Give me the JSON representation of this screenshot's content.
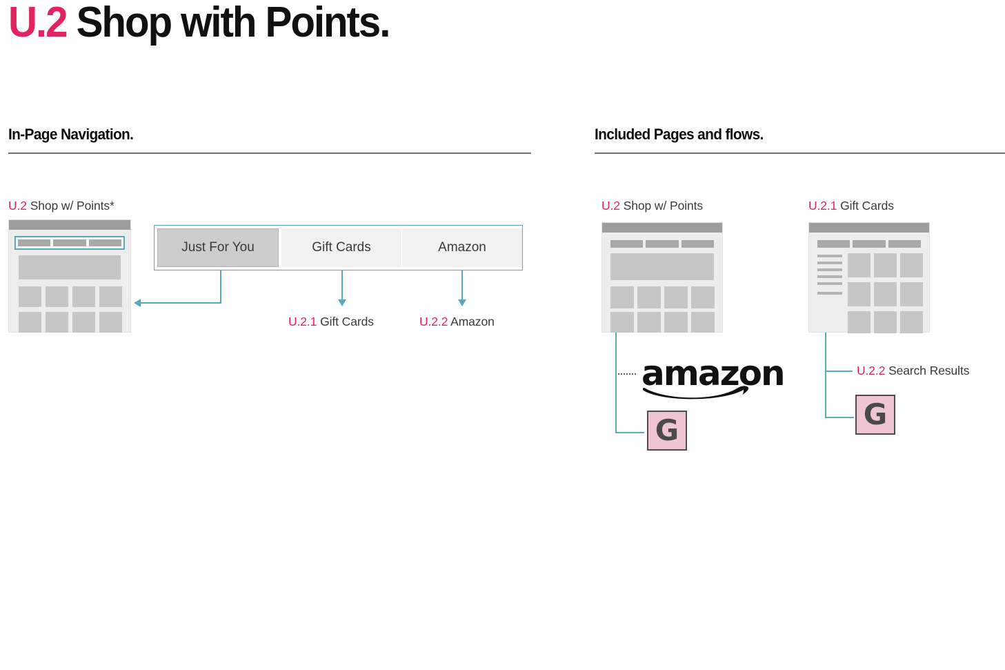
{
  "page": {
    "title_number": "U.2",
    "title_text": "Shop with Points."
  },
  "sections": {
    "left": {
      "heading": "In-Page Navigation."
    },
    "right": {
      "heading": "Included Pages and flows."
    }
  },
  "in_page_navigation": {
    "source_node": {
      "caption_number": "U.2",
      "caption_text": "Shop w/ Points*"
    },
    "tabs": [
      {
        "label": "Just For You",
        "active": true
      },
      {
        "label": "Gift Cards",
        "active": false
      },
      {
        "label": "Amazon",
        "active": false
      }
    ],
    "targets": [
      {
        "number": "U.2.1",
        "label": "Gift Cards"
      },
      {
        "number": "U.2.2",
        "label": "Amazon"
      }
    ]
  },
  "included_pages": {
    "pages": [
      {
        "number": "U.2",
        "label": "Shop w/ Points"
      },
      {
        "number": "U.2.1",
        "label": "Gift Cards"
      }
    ],
    "flows": [
      {
        "type": "logo",
        "name": "amazon-logo",
        "label": "amazon"
      },
      {
        "type": "tile",
        "name": "g-tile",
        "label": "G"
      },
      {
        "number": "U.2.2",
        "label": "Search Results"
      },
      {
        "type": "tile",
        "name": "g-tile",
        "label": "G"
      }
    ]
  },
  "colors": {
    "accent_pink": "#e0245e",
    "connector_teal": "#5ba7bf",
    "wireframe_header": "#9d9d9d",
    "wireframe_block": "#c6c6c6",
    "tile_pink": "#efc5d4"
  }
}
